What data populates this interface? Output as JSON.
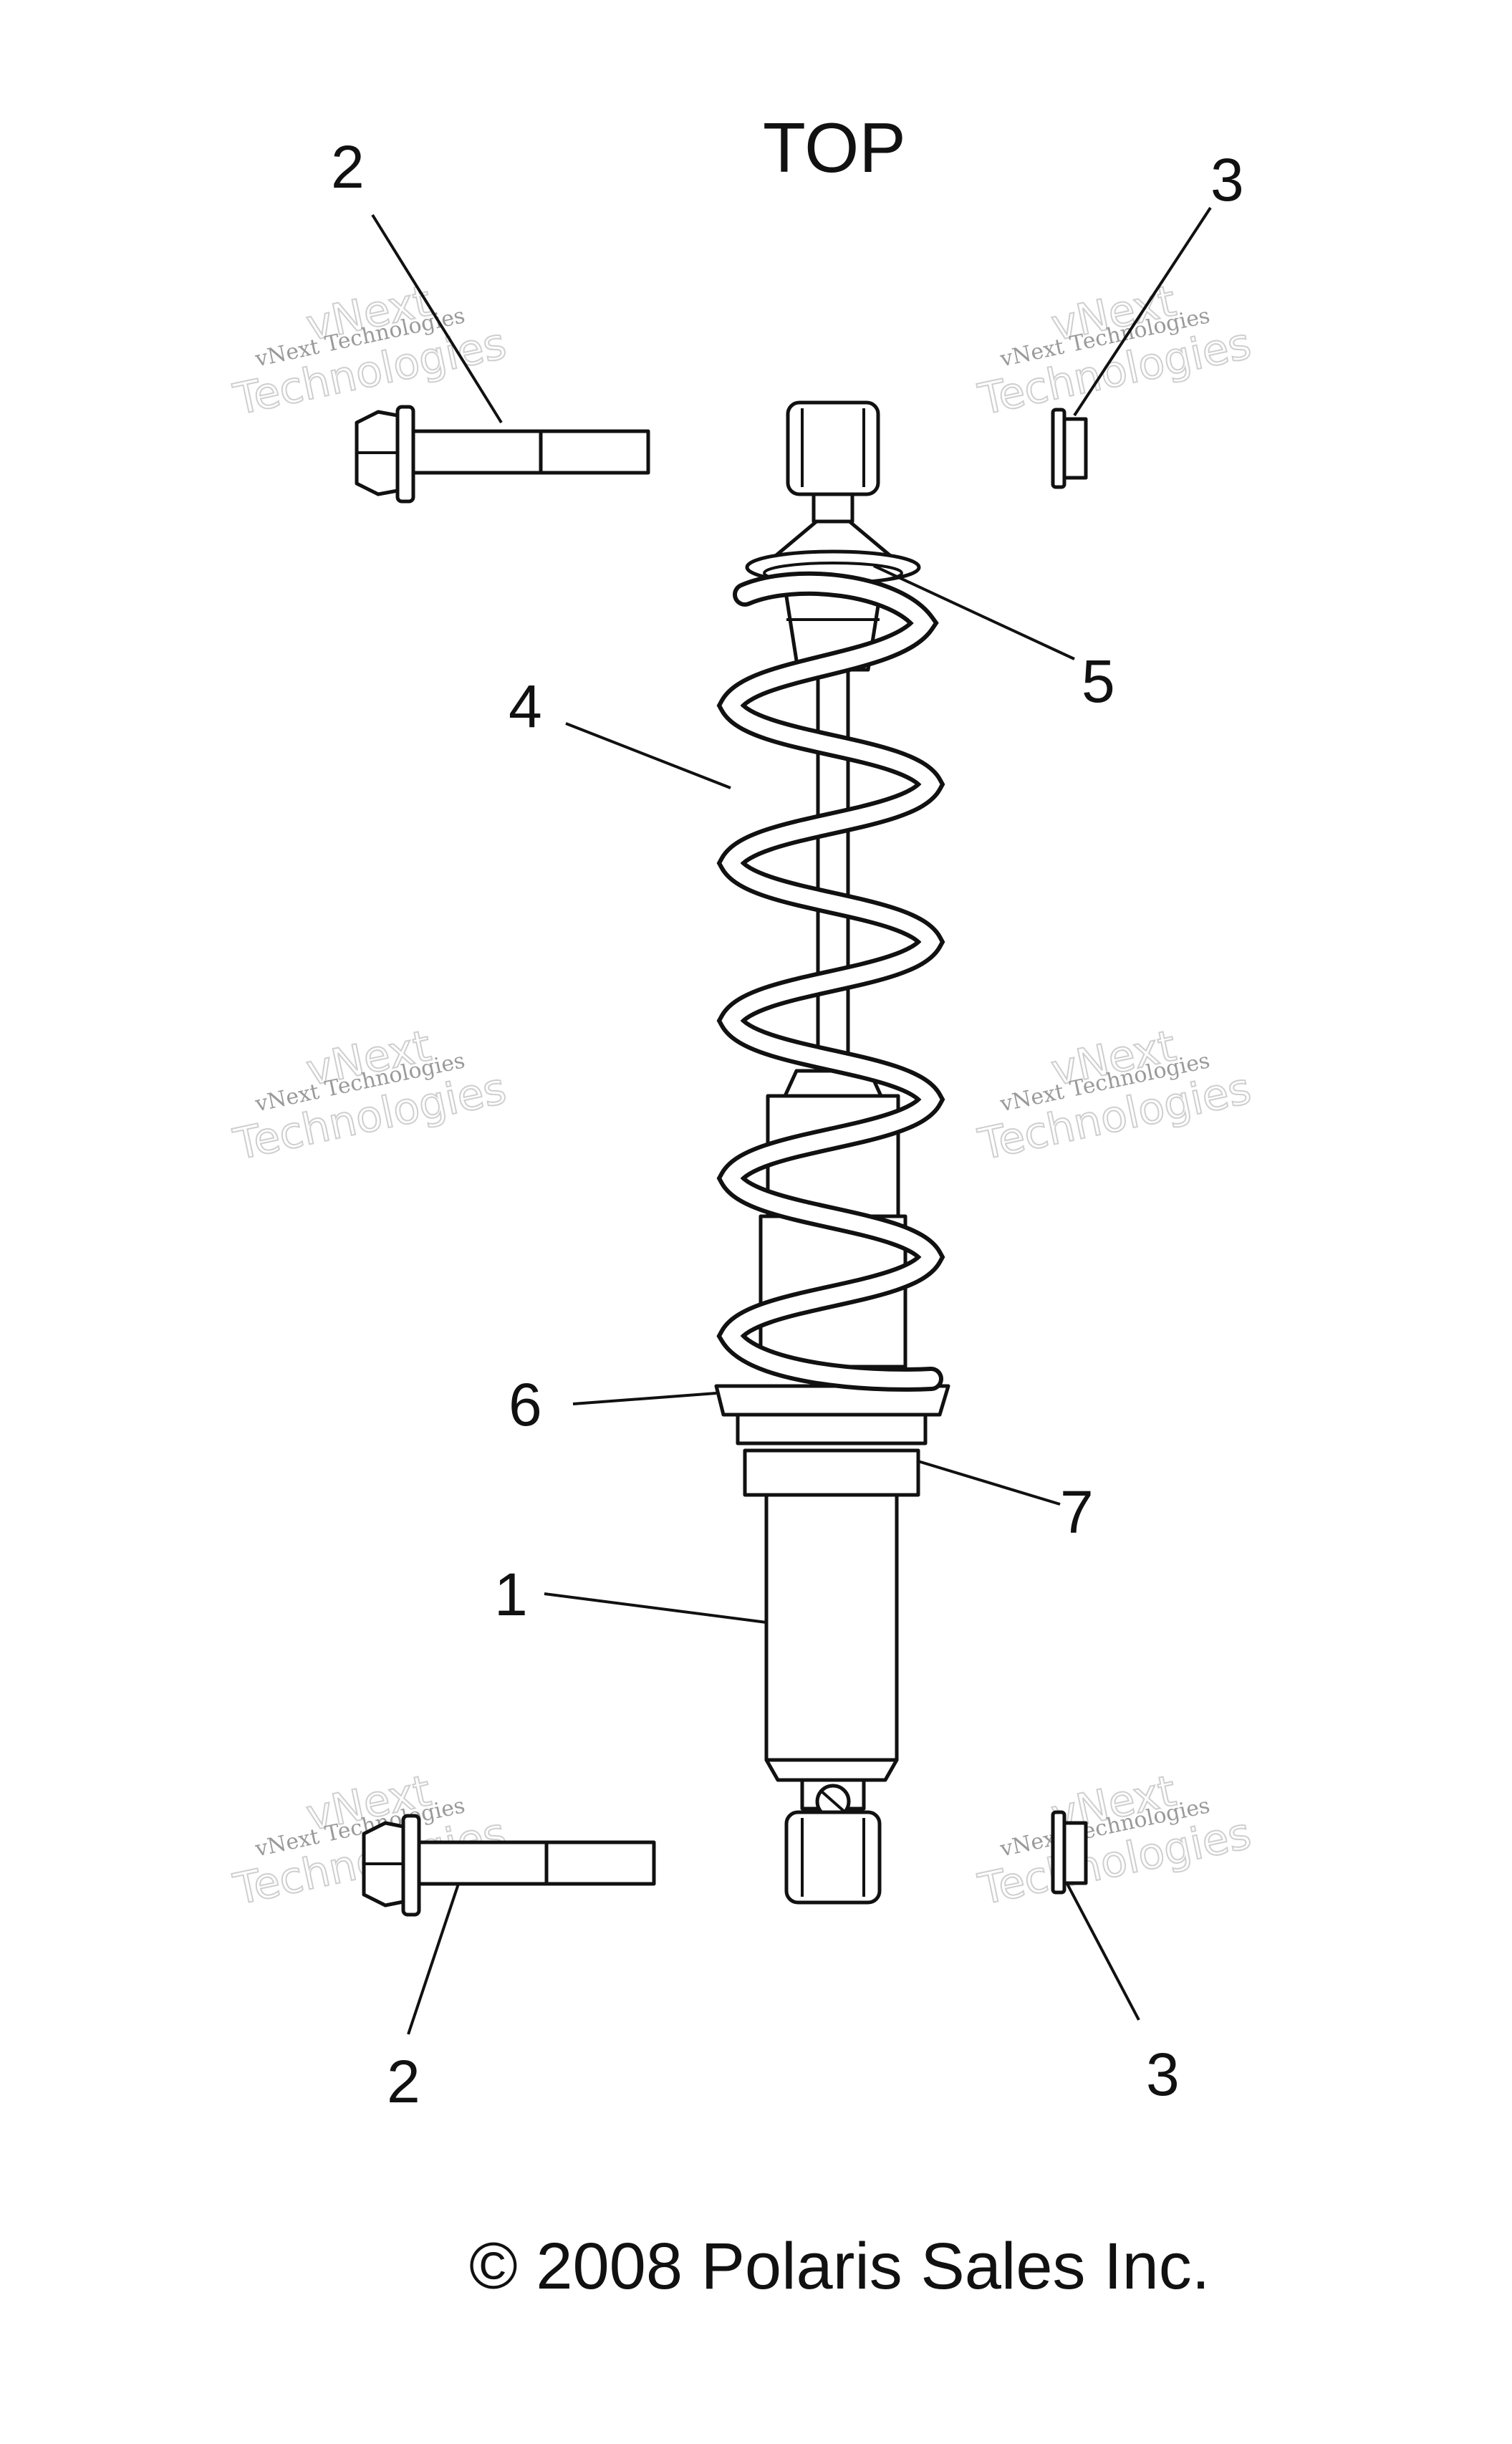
{
  "diagram": {
    "view_label": "TOP",
    "copyright": "© 2008 Polaris Sales Inc.",
    "watermark": {
      "line1": "vNext",
      "line2": "vNext Technologies",
      "line3": "Technologies"
    },
    "callouts": [
      {
        "id": "2-top",
        "number": "2",
        "part": "bolt"
      },
      {
        "id": "3-top",
        "number": "3",
        "part": "flange-nut"
      },
      {
        "id": "5",
        "number": "5",
        "part": "spring-retainer"
      },
      {
        "id": "4",
        "number": "4",
        "part": "coil-spring"
      },
      {
        "id": "6",
        "number": "6",
        "part": "adjuster-collar"
      },
      {
        "id": "7",
        "number": "7",
        "part": "lock-ring"
      },
      {
        "id": "1",
        "number": "1",
        "part": "shock-body"
      },
      {
        "id": "2-bottom",
        "number": "2",
        "part": "bolt"
      },
      {
        "id": "3-bottom",
        "number": "3",
        "part": "flange-nut"
      }
    ]
  }
}
